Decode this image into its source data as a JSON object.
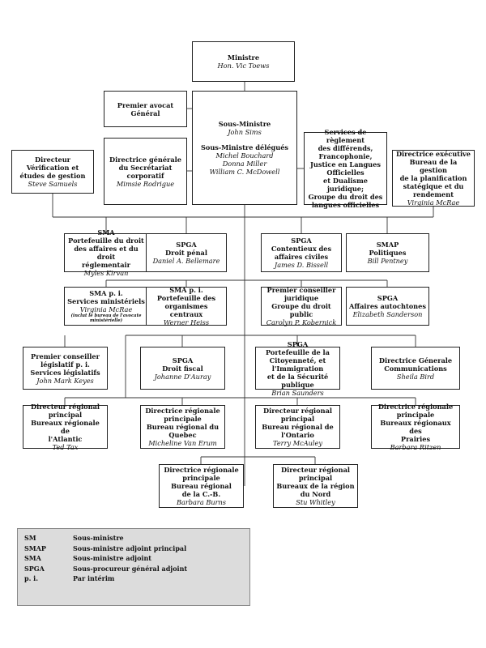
{
  "nodes": {
    "ministre": {
      "title": [
        "Ministre"
      ],
      "person": [
        "Hon. Vic Toews"
      ]
    },
    "avocat": {
      "title": [
        "Premier avocat",
        "Général"
      ],
      "person": []
    },
    "sous_ministre": {
      "title": [
        "Sous-Ministre"
      ],
      "person": [
        "John Sims"
      ],
      "title2": [
        "Sous-Ministre délégués"
      ],
      "person2": [
        "Michel Bouchard",
        "Donna Miller",
        "William C. McDowell"
      ]
    },
    "secretariat": {
      "title": [
        "Directrice générale",
        "du Secrétariat",
        "corporatif"
      ],
      "person": [
        "Mimsie Rodrigue"
      ]
    },
    "services_reglement": {
      "title": [
        "Services de règlement",
        "des différends,",
        "Francophonie,",
        "Justice en Langues",
        "Officielles",
        "et Dualisme juridique;",
        "Groupe du droit des",
        "langues officielles"
      ],
      "person": []
    },
    "verification": {
      "title": [
        "Directeur",
        "Vérification et",
        "études de gestion"
      ],
      "person": [
        "Steve Samuels"
      ]
    },
    "planification": {
      "title": [
        "Directrice exécutive",
        "Bureau de la gestion",
        "de la planification",
        "statégique et du",
        "rendement"
      ],
      "person": [
        "Virginia McRae"
      ]
    },
    "sma_affaires": {
      "title": [
        "SMA",
        "Portefeuille du droit",
        "des affaires et du droit",
        "réglementair"
      ],
      "person": [
        "Myles Kirvan"
      ]
    },
    "spga_penal": {
      "title": [
        "SPGA",
        "Droit pénal"
      ],
      "person": [
        "Daniel A. Bellemare"
      ]
    },
    "spga_civil": {
      "title": [
        "SPGA",
        "Contentieux des",
        "affaires civiles"
      ],
      "person": [
        "James D. Bissell"
      ]
    },
    "smap": {
      "title": [
        "SMAP",
        "Politiques"
      ],
      "person": [
        "Bill Pentney"
      ]
    },
    "sma_services": {
      "title": [
        "SMA p. i.",
        "Services ministériels"
      ],
      "person": [
        "Virginia McRae"
      ],
      "note": [
        "(inclut le bureau de l'avocate",
        "ministérielle)"
      ]
    },
    "sma_organismes": {
      "title": [
        "SMA p. i.",
        "Portefeuille des",
        "organismes centraux"
      ],
      "person": [
        "Werner Heiss"
      ]
    },
    "conseiller_juridique": {
      "title": [
        "Premier conseiller",
        "juridique",
        "Groupe du droit public"
      ],
      "person": [
        "Carolyn P. Kobernick"
      ]
    },
    "spga_autochtones": {
      "title": [
        "SPGA",
        "Affaires autochtones"
      ],
      "person": [
        "Elizabeth Sanderson"
      ]
    },
    "legislatif": {
      "title": [
        "Premier conseiller",
        "législatif p. i.",
        "Services législatifs"
      ],
      "person": [
        "John Mark Keyes"
      ]
    },
    "spga_fiscal": {
      "title": [
        "SPGA",
        "Droit fiscal"
      ],
      "person": [
        "Johanne D'Auray"
      ]
    },
    "spga_citoyennete": {
      "title": [
        "SPGA",
        "Portefeuille de la",
        "Citoyenneté, et l'Immigration",
        "et de la Sécurité publique"
      ],
      "person": [
        "Brian Saunders"
      ]
    },
    "communications": {
      "title": [
        "Directrice Génerale",
        "Communications"
      ],
      "person": [
        "Sheila Bird"
      ]
    },
    "atlantic": {
      "title": [
        "Directeur régional",
        "principal",
        "Bureaux régionale de",
        "l'Atlantic"
      ],
      "person": [
        "Ted Tax"
      ]
    },
    "quebec": {
      "title": [
        "Directrice régionale",
        "principale",
        "Bureau régional du",
        "Quebec"
      ],
      "person": [
        "Micheline Van Erum"
      ]
    },
    "ontario": {
      "title": [
        "Directeur régional",
        "principal",
        "Bureau régional de",
        "l'Ontario"
      ],
      "person": [
        "Terry McAuley"
      ]
    },
    "prairies": {
      "title": [
        "Directrice régionale",
        "principale",
        "Bureaux régionaux des",
        "Prairies"
      ],
      "person": [
        "Barbara Ritzen"
      ]
    },
    "cb": {
      "title": [
        "Directrice régionale",
        "principale",
        "Bureau régional",
        "de la C.-B."
      ],
      "person": [
        "Barbara Burns"
      ]
    },
    "nord": {
      "title": [
        "Directeur régional",
        "principal",
        "Bureaux de la région",
        "du Nord"
      ],
      "person": [
        "Stu Whitley"
      ]
    }
  },
  "legend": [
    {
      "abbr": "SM",
      "text": "Sous-ministre"
    },
    {
      "abbr": "SMAP",
      "text": "Sous-ministre adjoint principal"
    },
    {
      "abbr": "SMA",
      "text": "Sous-ministre adjoint"
    },
    {
      "abbr": "SPGA",
      "text": "Sous-procureur général adjoint"
    },
    {
      "abbr": "p. i.",
      "text": "Par intérim"
    }
  ]
}
